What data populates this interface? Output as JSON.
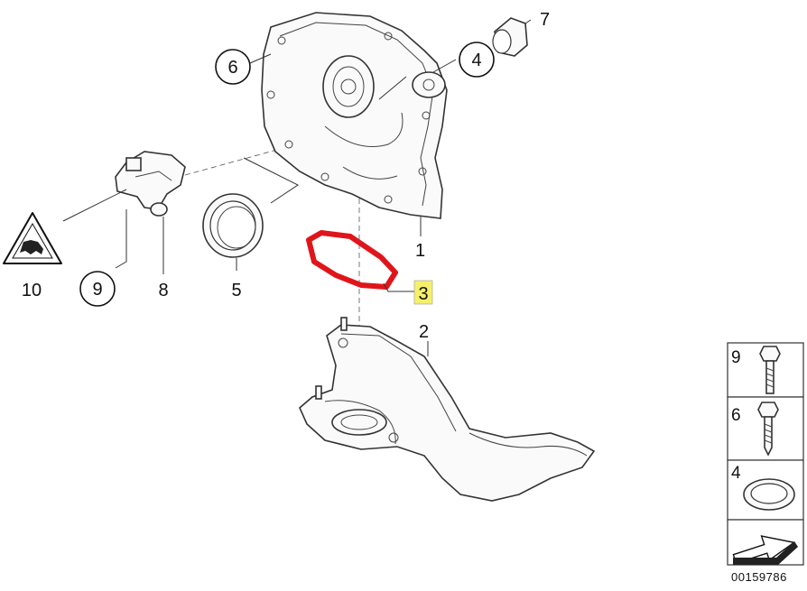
{
  "diagram": {
    "id": "00159786",
    "highlight_color": "#e0151b",
    "highlight_label_bg": "#f5f06a",
    "callouts": {
      "c1": "1",
      "c2": "2",
      "c3": "3",
      "c4": "4",
      "c5": "5",
      "c6": "6",
      "c7": "7",
      "c8": "8",
      "c9": "9",
      "c10": "10"
    },
    "legend": {
      "item9": "9",
      "item6": "6",
      "item4": "4"
    },
    "icons": {
      "warning": "warning-triangle-icon",
      "arrow": "arrow-direction-icon"
    }
  }
}
